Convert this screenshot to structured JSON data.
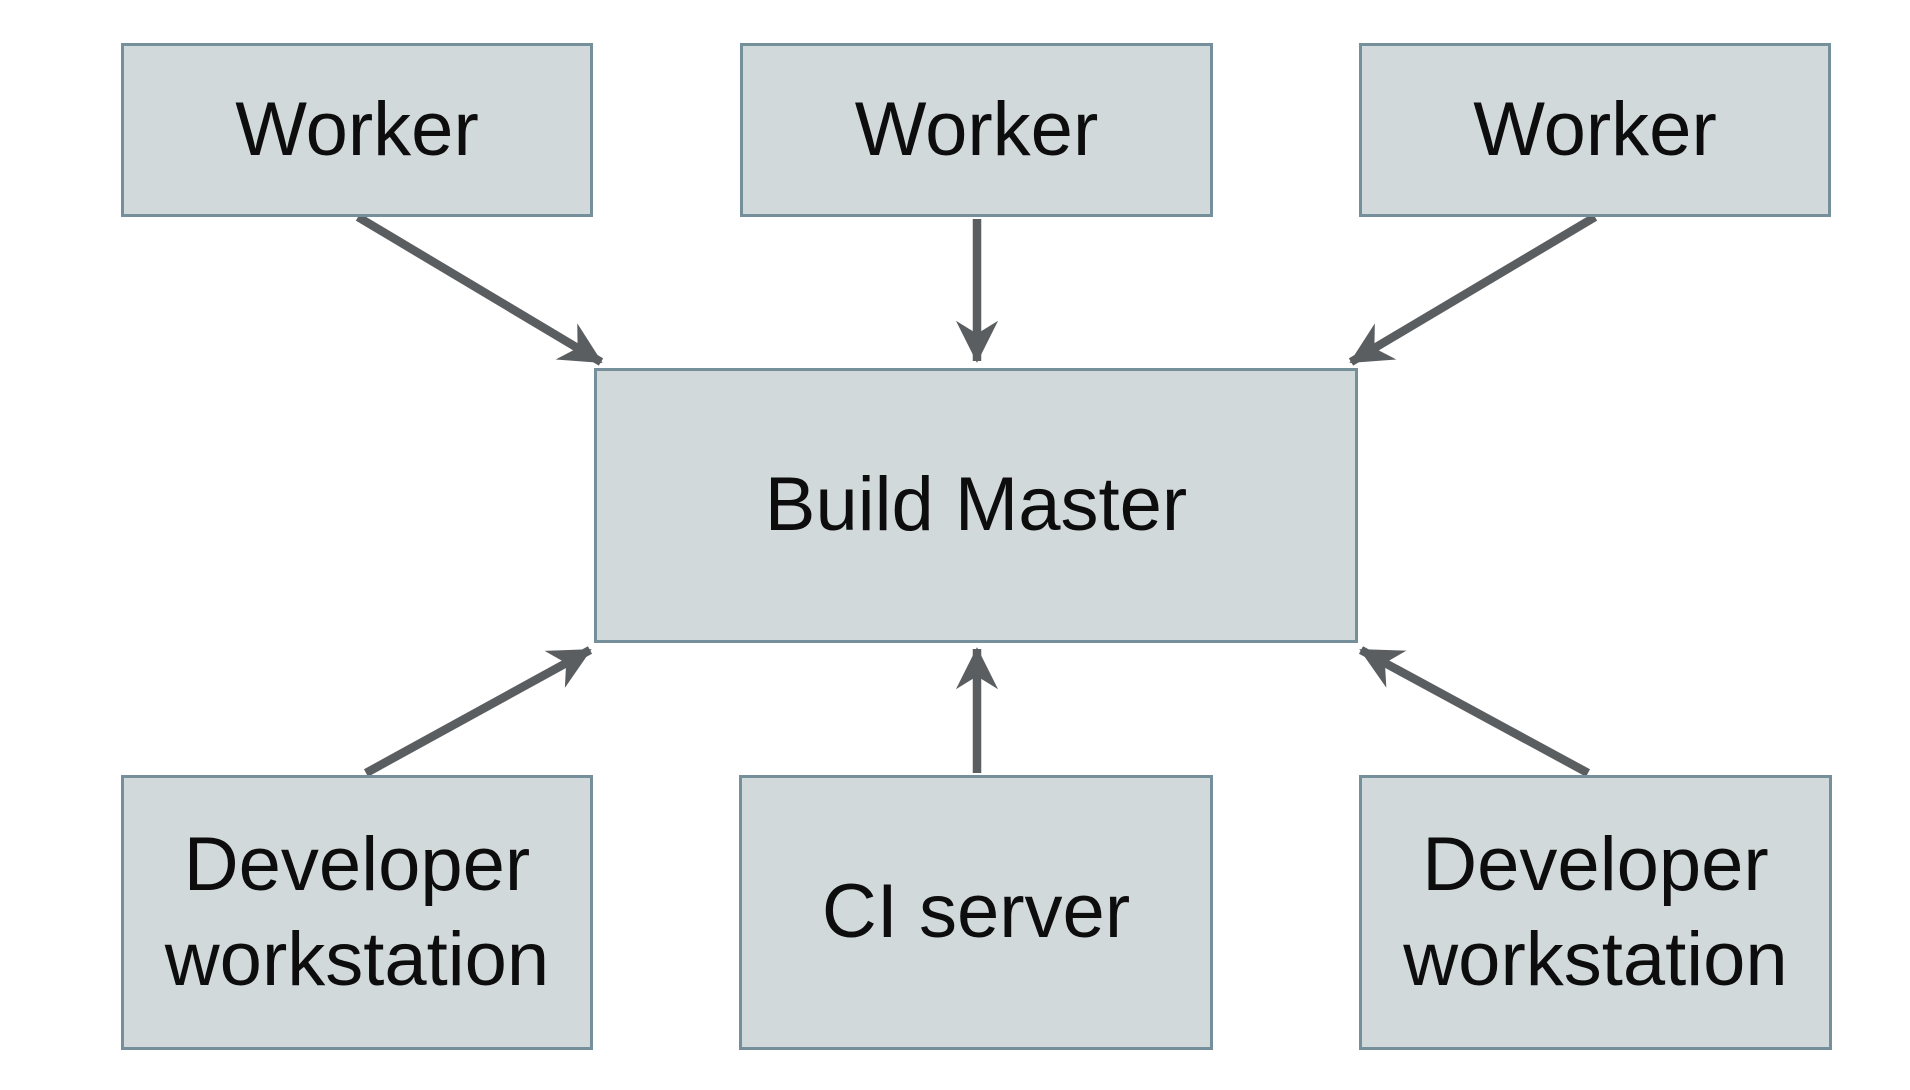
{
  "diagram": {
    "nodes": [
      {
        "id": "worker-1",
        "label": "Worker"
      },
      {
        "id": "worker-2",
        "label": "Worker"
      },
      {
        "id": "worker-3",
        "label": "Worker"
      },
      {
        "id": "build-master",
        "label": "Build Master"
      },
      {
        "id": "dev-1",
        "label": "Developer workstation"
      },
      {
        "id": "ci-server",
        "label": "CI server"
      },
      {
        "id": "dev-2",
        "label": "Developer workstation"
      }
    ],
    "edges": [
      {
        "from": "worker-1",
        "to": "build-master"
      },
      {
        "from": "worker-2",
        "to": "build-master"
      },
      {
        "from": "worker-3",
        "to": "build-master"
      },
      {
        "from": "dev-1",
        "to": "build-master"
      },
      {
        "from": "ci-server",
        "to": "build-master"
      },
      {
        "from": "dev-2",
        "to": "build-master"
      }
    ]
  },
  "colors": {
    "bg": "#ffffff",
    "node-fill": "#d2d9db",
    "node-border": "#76909b",
    "arrow": "#5b5e60",
    "text": "#0d0d0e"
  }
}
